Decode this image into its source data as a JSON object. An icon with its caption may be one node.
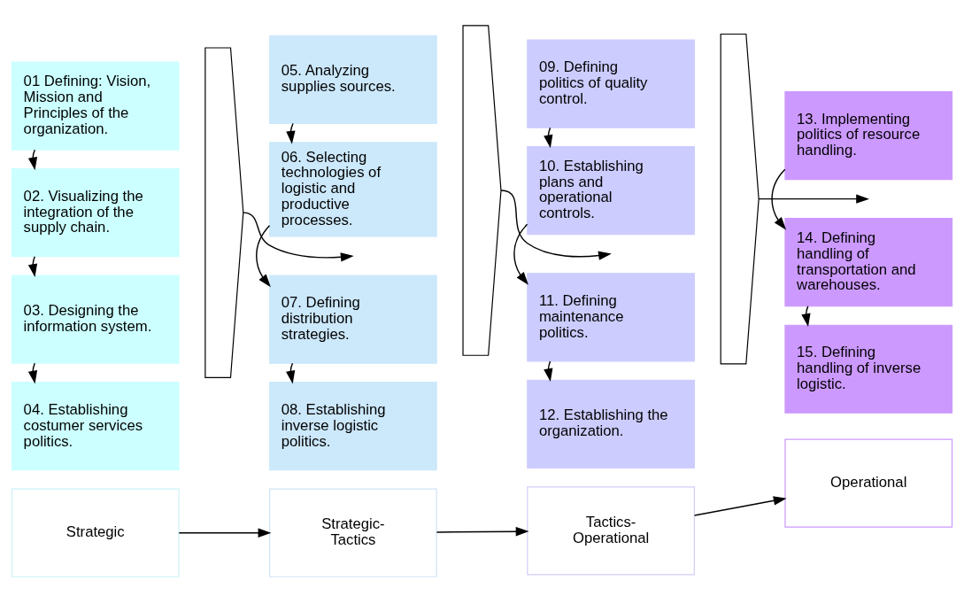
{
  "diagram": {
    "nodes": [
      {
        "text": [
          "01 Defining: Vision, Mission and Principles of the organization."
        ]
      },
      {
        "text": [
          "02. Visualizing the integration of the supply chain."
        ]
      },
      {
        "text": [
          "03. Designing the information system."
        ]
      },
      {
        "text": [
          "04. Establishing costumer services politics."
        ]
      },
      {
        "text": [
          "05. Analyzing supplies sources."
        ]
      },
      {
        "text": [
          "06. Selecting technologies of logistic and productive processes."
        ]
      },
      {
        "text": [
          "07. Defining distribution strategies."
        ]
      },
      {
        "text": [
          "08. Establishing inverse logistic politics."
        ]
      },
      {
        "text": [
          "09. Defining politics of quality control."
        ]
      },
      {
        "text": [
          "10. Establishing plans and operational controls."
        ]
      },
      {
        "text": [
          "11. Defining maintenance politics."
        ]
      },
      {
        "text": [
          "12. Establishing the organization."
        ]
      },
      {
        "text": [
          "13. Implementing politics of resource handling."
        ]
      },
      {
        "text": [
          "14. Defining handling of transportation and warehouses."
        ]
      },
      {
        "text": [
          "15. Defining handling of inverse logistic."
        ]
      },
      {
        "text": [
          "Strategic"
        ]
      },
      {
        "text": [
          "Strategic- Tactics"
        ]
      },
      {
        "text": [
          "Tactics- Operational"
        ]
      },
      {
        "text": [
          "Operational"
        ]
      },
      {
        "text": [],
        "shape": "bracket"
      },
      {
        "text": [],
        "shape": "bracket"
      },
      {
        "text": [],
        "shape": "bracket"
      }
    ],
    "edges": [
      {
        "from": 0,
        "to": 1,
        "arrow": "to"
      },
      {
        "from": 1,
        "to": 2,
        "arrow": "to"
      },
      {
        "from": 2,
        "to": 3,
        "arrow": "to"
      },
      {
        "from": 4,
        "to": 5,
        "arrow": "to"
      },
      {
        "from": 5,
        "to": 6,
        "arrow": "to"
      },
      {
        "from": 6,
        "to": 7,
        "arrow": "to"
      },
      {
        "from": 8,
        "to": 9,
        "arrow": "to"
      },
      {
        "from": 9,
        "to": 10,
        "arrow": "to"
      },
      {
        "from": 10,
        "to": 11,
        "arrow": "to"
      },
      {
        "from": 12,
        "to": 13,
        "arrow": "to"
      },
      {
        "from": 13,
        "to": 14,
        "arrow": "to"
      },
      {
        "from": 19,
        "to": null,
        "arrow": "to"
      },
      {
        "from": 20,
        "to": null,
        "arrow": "to"
      },
      {
        "from": 21,
        "to": null,
        "arrow": "to"
      },
      {
        "from": 15,
        "to": 16,
        "arrow": "to"
      },
      {
        "from": 16,
        "to": 17,
        "arrow": "to"
      },
      {
        "from": 17,
        "to": 18,
        "arrow": "to"
      }
    ]
  }
}
